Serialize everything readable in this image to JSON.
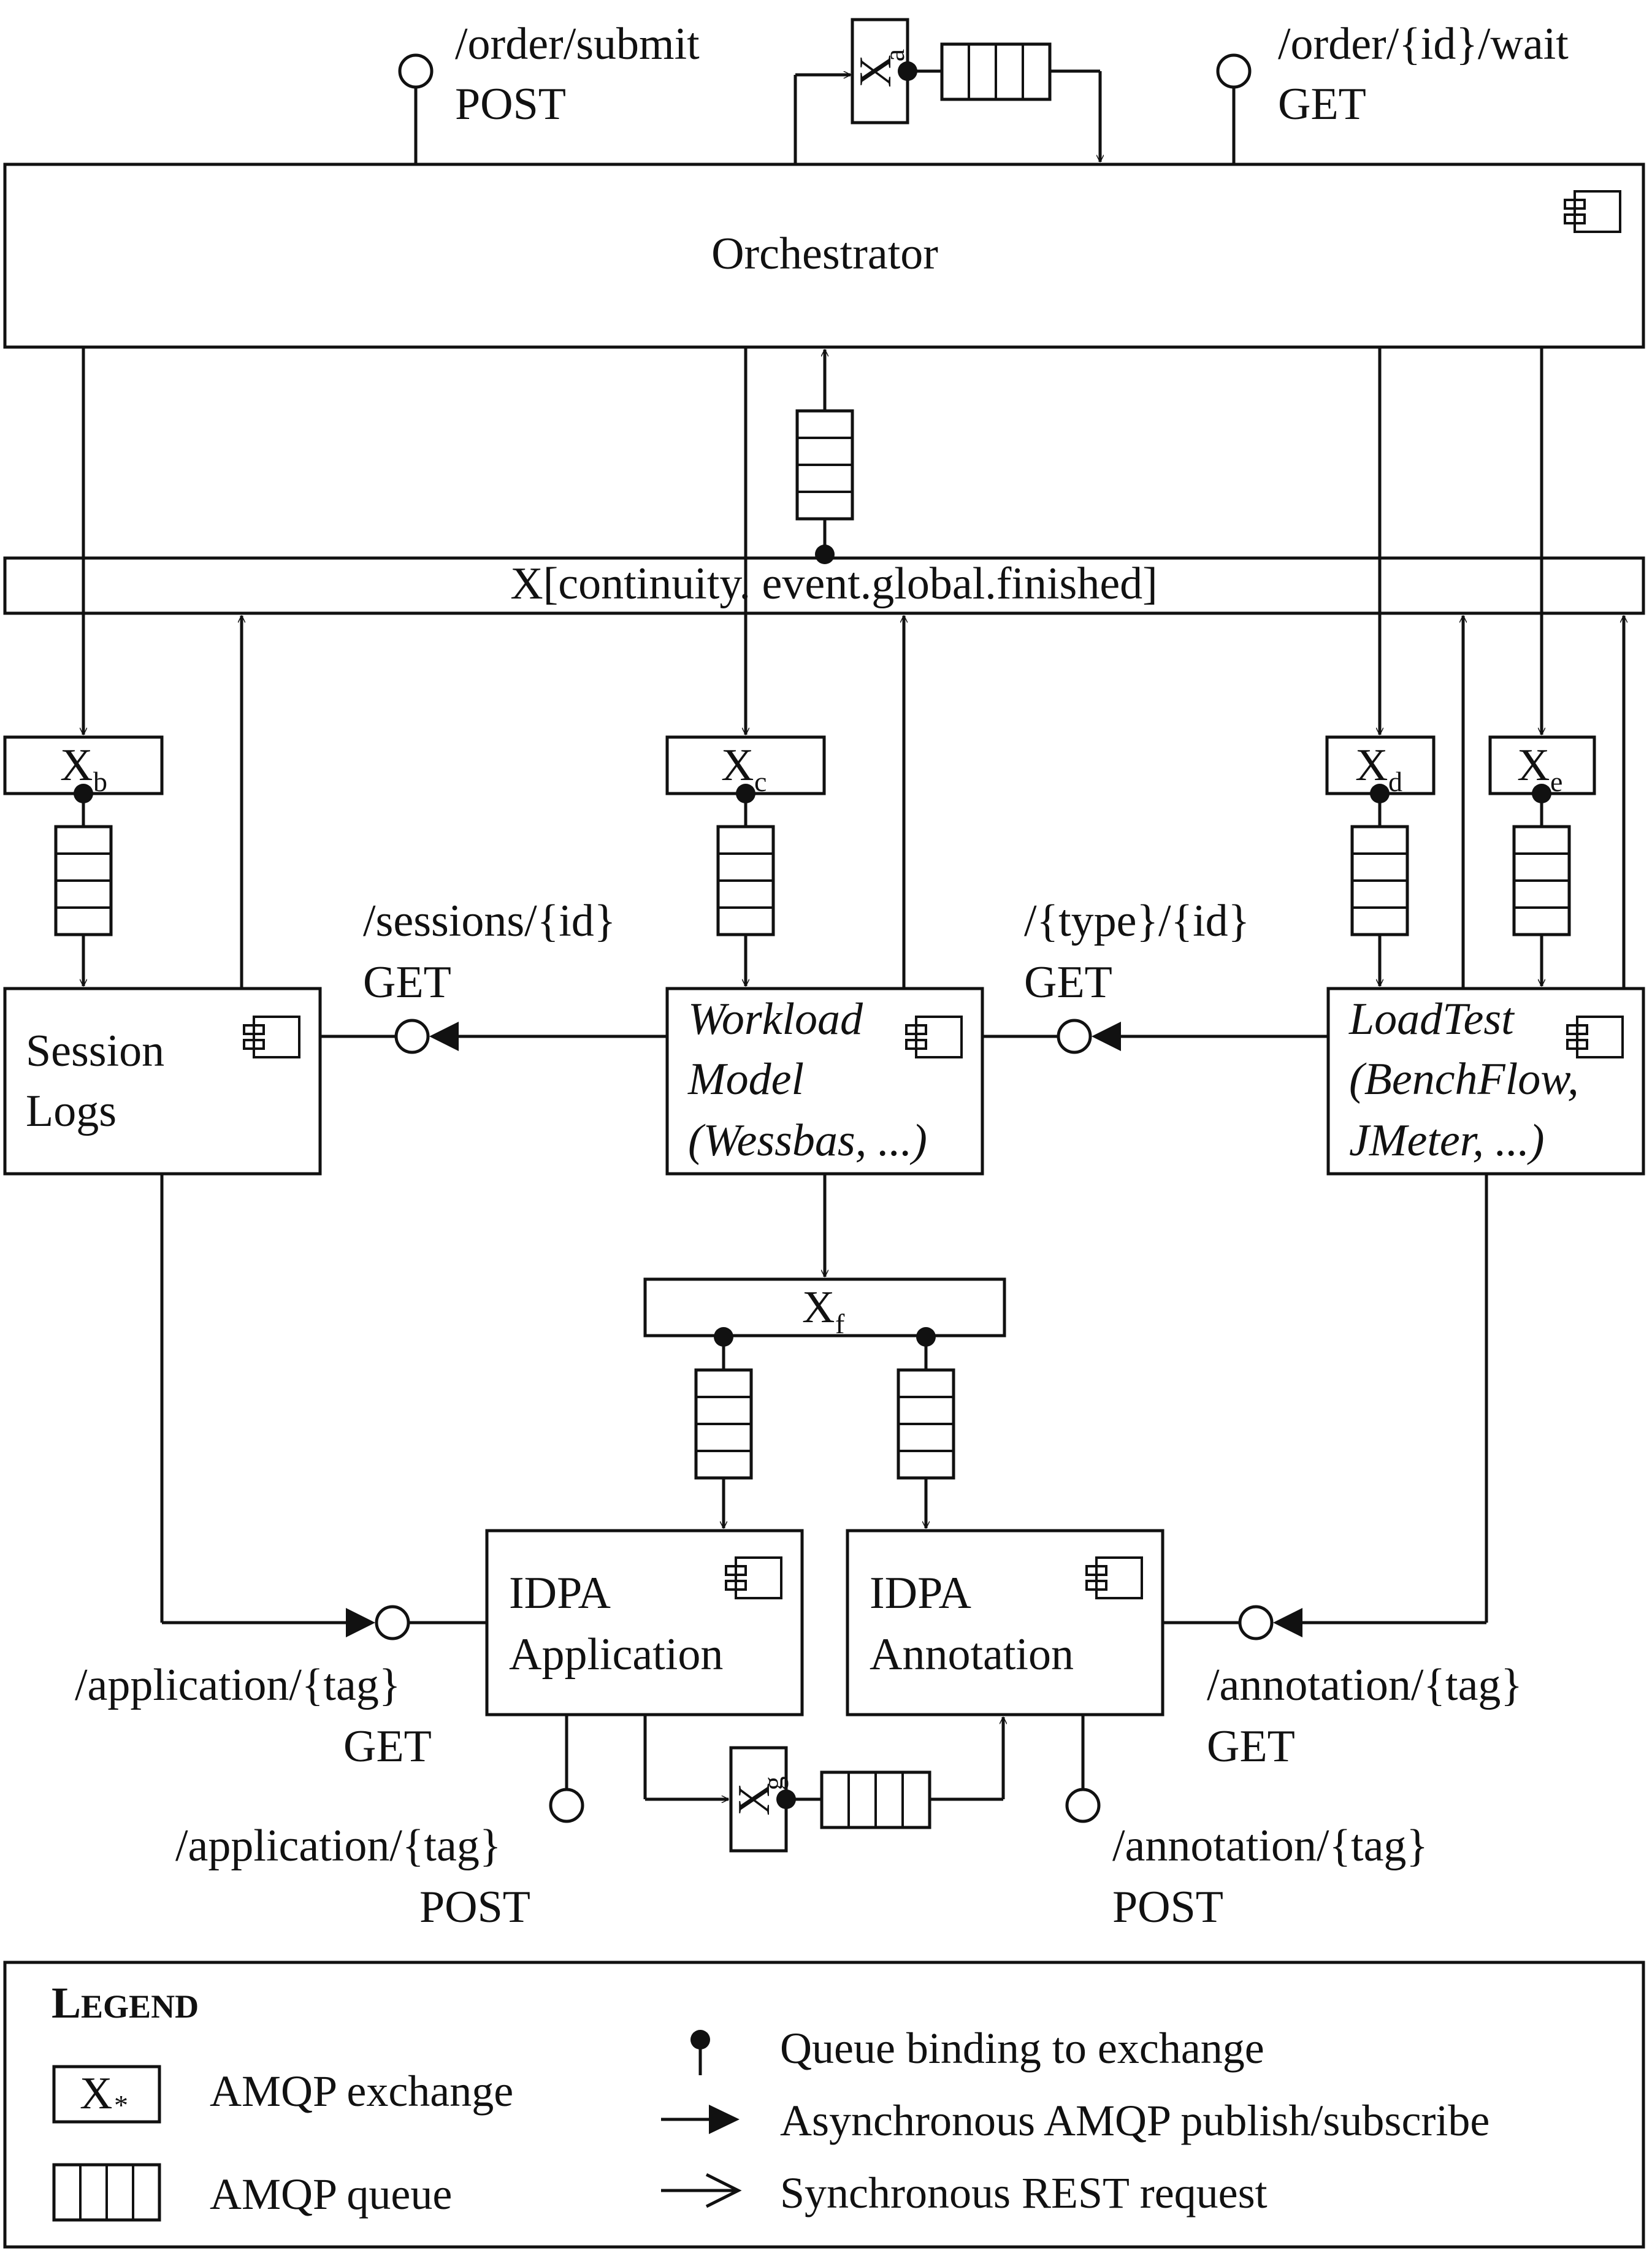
{
  "endpoints": {
    "order_submit": {
      "path": "/order/submit",
      "method": "POST"
    },
    "order_wait": {
      "path": "/order/{id}/wait",
      "method": "GET"
    },
    "sessions": {
      "path": "/sessions/{id}",
      "method": "GET"
    },
    "type_id": {
      "path": "/{type}/{id}",
      "method": "GET"
    },
    "application_get": {
      "path": "/application/{tag}",
      "method": "GET"
    },
    "annotation_get": {
      "path": "/annotation/{tag}",
      "method": "GET"
    },
    "application_post": {
      "path": "/application/{tag}",
      "method": "POST"
    },
    "annotation_post": {
      "path": "/annotation/{tag}",
      "method": "POST"
    }
  },
  "components": {
    "orchestrator": "Orchestrator",
    "session_logs": [
      "Session",
      "Logs"
    ],
    "workload_model": [
      "Workload",
      "Model",
      "(Wessbas, ...)"
    ],
    "loadtest": [
      "LoadTest",
      "(BenchFlow,",
      "JMeter, ...)"
    ],
    "idpa_application": [
      "IDPA",
      "Application"
    ],
    "idpa_annotation": [
      "IDPA",
      "Annotation"
    ]
  },
  "exchanges": {
    "global": "X[continuity.   event.global.finished]",
    "symbol": "X",
    "a": "a",
    "b": "b",
    "c": "c",
    "d": "d",
    "e": "e",
    "f": "f",
    "g": "g"
  },
  "legend": {
    "title_first": "L",
    "title_rest": "EGEND",
    "exchange_symbol": "X",
    "exchange_sub": "*",
    "exchange_label": "AMQP exchange",
    "queue_label": "AMQP queue",
    "binding_label": "Queue binding to exchange",
    "async_label": "Asynchronous AMQP publish/subscribe",
    "sync_label": "Synchronous REST request"
  }
}
